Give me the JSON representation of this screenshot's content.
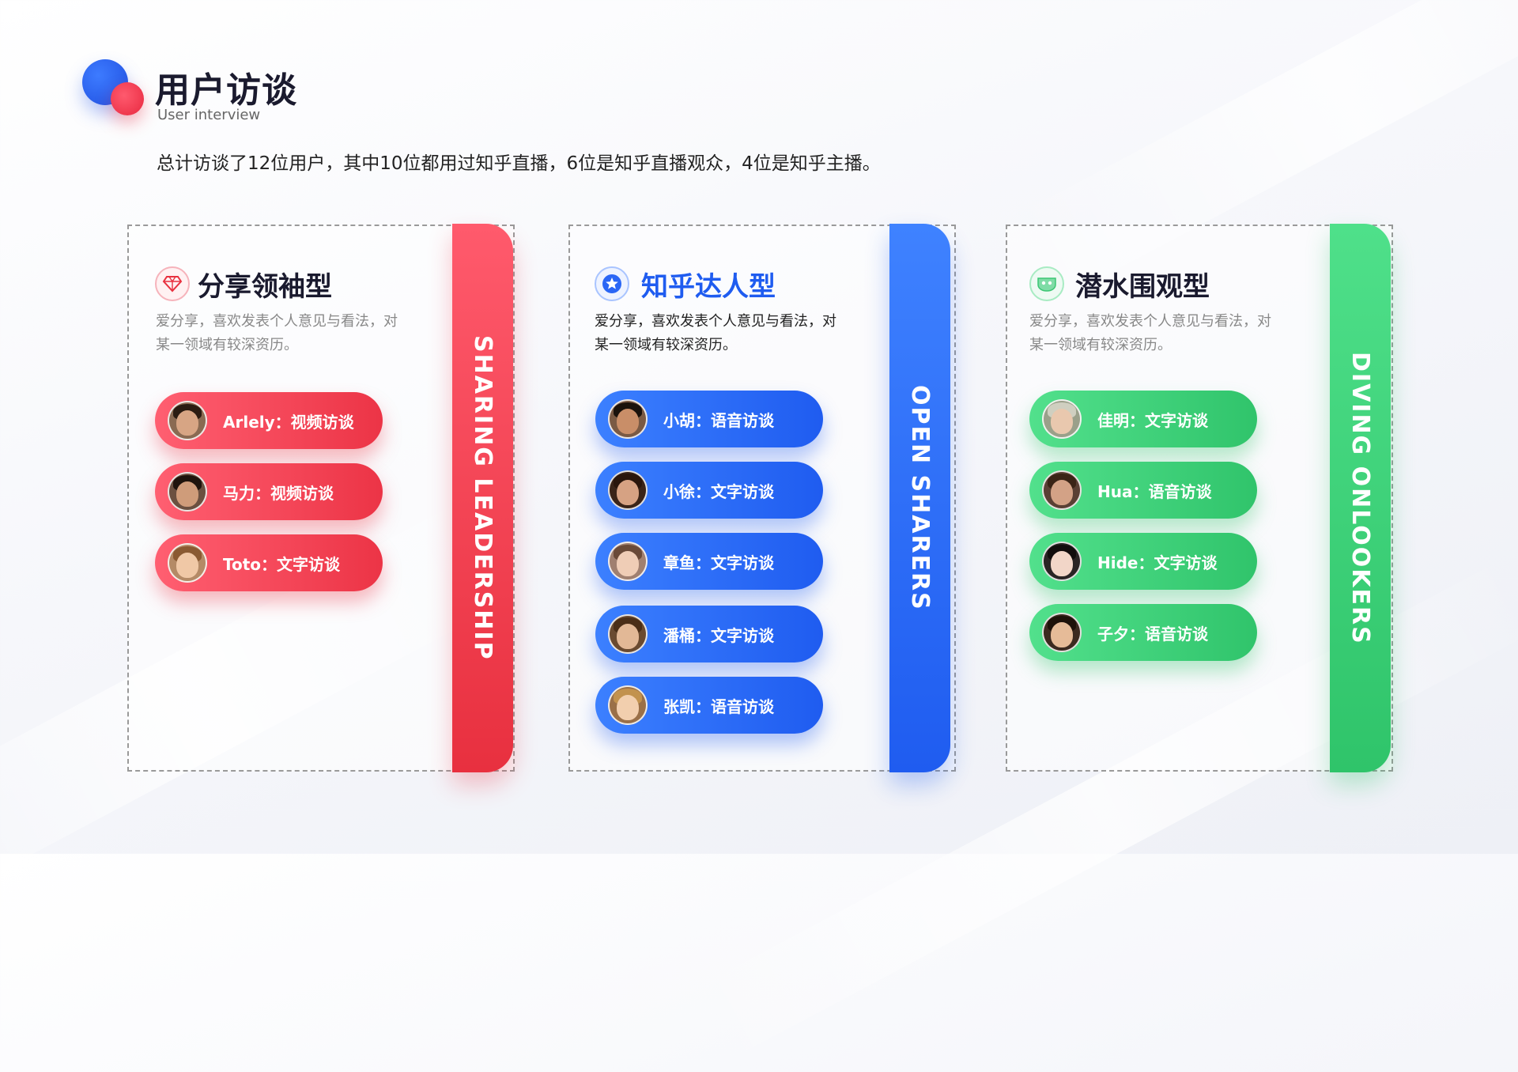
{
  "header": {
    "title": "用户访谈",
    "subtitle": "User interview",
    "summary": "总计访谈了12位用户，其中10位都用过知乎直播，6位是知乎直播观众，4位是知乎主播。"
  },
  "colors": {
    "red": "#ec3446",
    "blue": "#1f5cf0",
    "green": "#30c46b"
  },
  "categories": [
    {
      "title": "分享领袖型",
      "icon": "diamond-icon",
      "description_line1": "爱分享，喜欢发表个人意见与看法，对",
      "description_line2": "某一领域有较深资历。",
      "vertical_label": "SHARING LEADERSHIP",
      "users": [
        {
          "label": "Arlely：视频访谈"
        },
        {
          "label": "马力：视频访谈"
        },
        {
          "label": "Toto：文字访谈"
        }
      ]
    },
    {
      "title": "知乎达人型",
      "icon": "star-icon",
      "description_line1": "爱分享，喜欢发表个人意见与看法，对",
      "description_line2": "某一领域有较深资历。",
      "vertical_label": "OPEN SHARERS",
      "users": [
        {
          "label": "小胡：语音访谈"
        },
        {
          "label": "小徐：文字访谈"
        },
        {
          "label": "章鱼：文字访谈"
        },
        {
          "label": "潘桶：文字访谈"
        },
        {
          "label": "张凯：语音访谈"
        }
      ]
    },
    {
      "title": "潜水围观型",
      "icon": "mask-icon",
      "description_line1": "爱分享，喜欢发表个人意见与看法，对",
      "description_line2": "某一领域有较深资历。",
      "vertical_label": "DIVING ONLOOKERS",
      "users": [
        {
          "label": "佳明：文字访谈"
        },
        {
          "label": "Hua：语音访谈"
        },
        {
          "label": "Hide：文字访谈"
        },
        {
          "label": "子夕：语音访谈"
        }
      ]
    }
  ]
}
